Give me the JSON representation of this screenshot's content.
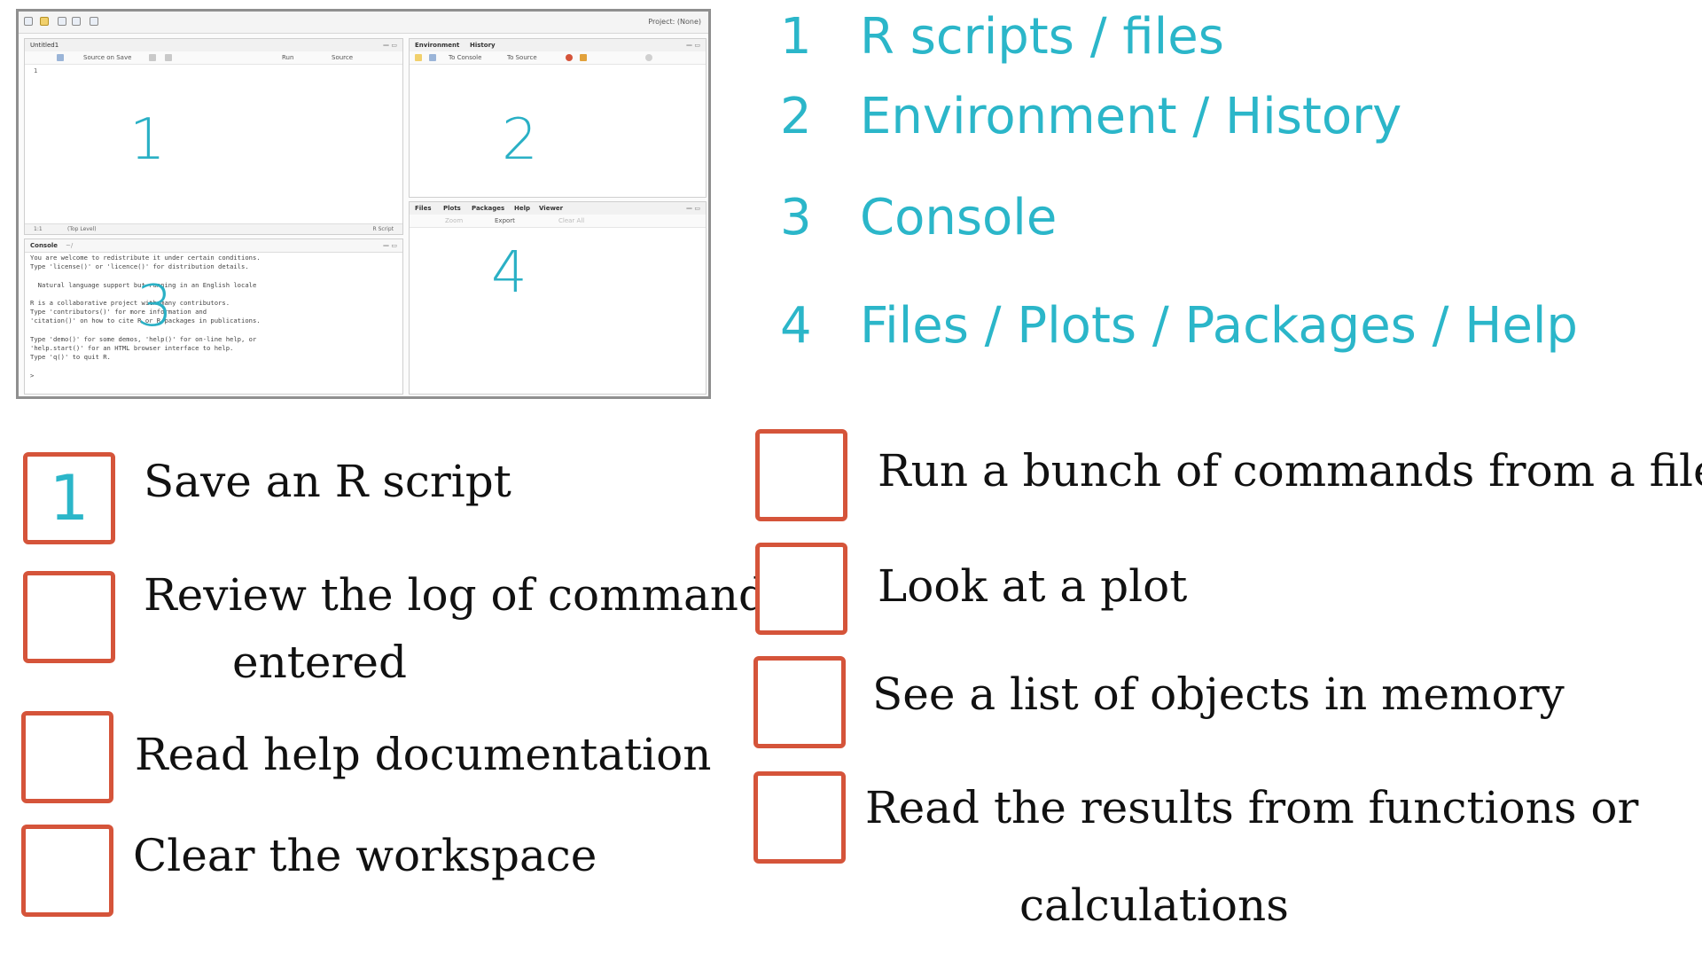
{
  "rstudio": {
    "toolbar_project": "Project: (None)",
    "source_pane": {
      "tab": "Untitled1",
      "source_on_save": "Source on Save",
      "run": "Run",
      "source": "Source",
      "line_number": "1",
      "status_position": "1:1",
      "status_level": "(Top Level)",
      "status_type": "R Script",
      "number": "1"
    },
    "env_pane": {
      "tab_environment": "Environment",
      "tab_history": "History",
      "to_console": "To Console",
      "to_source": "To Source",
      "number": "2"
    },
    "files_pane": {
      "tabs": [
        "Files",
        "Plots",
        "Packages",
        "Help",
        "Viewer"
      ],
      "zoom": "Zoom",
      "export": "Export",
      "clear_all": "Clear All",
      "number": "4"
    },
    "console_pane": {
      "title": "Console",
      "path": "~/",
      "text": "You are welcome to redistribute it under certain conditions.\nType 'license()' or 'licence()' for distribution details.\n\n  Natural language support but running in an English locale\n\nR is a collaborative project with many contributors.\nType 'contributors()' for more information and\n'citation()' on how to cite R or R packages in publications.\n\nType 'demo()' for some demos, 'help()' for on-line help, or\n'help.start()' for an HTML browser interface to help.\nType 'q()' to quit R.\n\n>",
      "number": "3"
    }
  },
  "legend": [
    {
      "num": "1",
      "label": "R scripts / files"
    },
    {
      "num": "2",
      "label": "Environment / History"
    },
    {
      "num": "3",
      "label": "Console"
    },
    {
      "num": "4",
      "label": "Files / Plots / Packages / Help"
    }
  ],
  "quiz": {
    "left": [
      {
        "answer": "1",
        "label": "Save an R script"
      },
      {
        "answer": "",
        "label": "Review the log of commands",
        "label2": "entered"
      },
      {
        "answer": "",
        "label": "Read help documentation"
      },
      {
        "answer": "",
        "label": "Clear the workspace"
      }
    ],
    "right": [
      {
        "answer": "",
        "label": "Run a bunch of commands from a file"
      },
      {
        "answer": "",
        "label": "Look at a plot"
      },
      {
        "answer": "",
        "label": "See a list of objects in memory"
      },
      {
        "answer": "",
        "label": "Read the results from functions or",
        "label2": "calculations"
      }
    ]
  },
  "colors": {
    "accent": "#2bb6c9",
    "box_border": "#d5543a"
  }
}
